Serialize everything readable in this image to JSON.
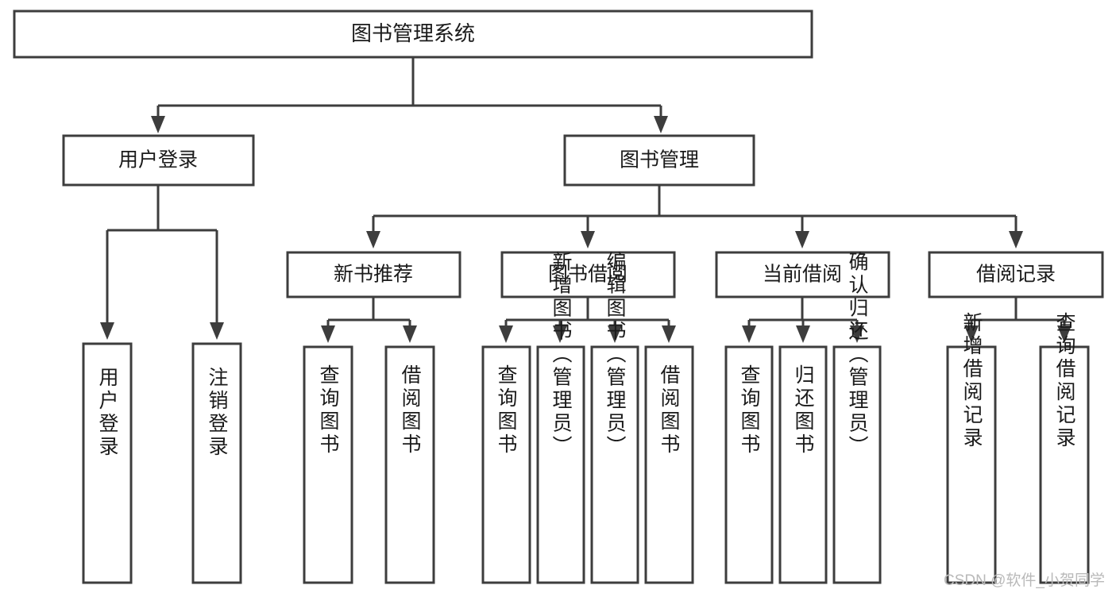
{
  "diagram": {
    "kind": "hierarchy-tree",
    "title": "图书管理系统",
    "watermark": "CSDN @软件_小贺同学",
    "colors": {
      "box_stroke": "#3d3d3d",
      "box_fill": "#ffffff",
      "connector": "#3d3d3d",
      "text": "#1a1a1a",
      "watermark": "#b9b9b9"
    },
    "root": {
      "label": "图书管理系统"
    },
    "level2": [
      {
        "label": "用户登录"
      },
      {
        "label": "图书管理"
      }
    ],
    "level3": [
      {
        "label": "新书推荐"
      },
      {
        "label": "图书借阅"
      },
      {
        "label": "当前借阅"
      },
      {
        "label": "借阅记录"
      }
    ],
    "leaves": {
      "user_login": [
        {
          "label": "用户登录"
        },
        {
          "label": "注销登录"
        }
      ],
      "new_book_recommend": [
        {
          "label": "查询图书"
        },
        {
          "label": "借阅图书"
        }
      ],
      "book_borrow": [
        {
          "label": "查询图书"
        },
        {
          "label": "新增图书（管理员）"
        },
        {
          "label": "编辑图书（管理员）"
        },
        {
          "label": "借阅图书"
        }
      ],
      "current_borrow": [
        {
          "label": "查询图书"
        },
        {
          "label": "归还图书"
        },
        {
          "label": "确认归还（管理员）"
        }
      ],
      "borrow_record": [
        {
          "label": "新增借阅记录"
        },
        {
          "label": "查询借阅记录"
        }
      ]
    }
  }
}
